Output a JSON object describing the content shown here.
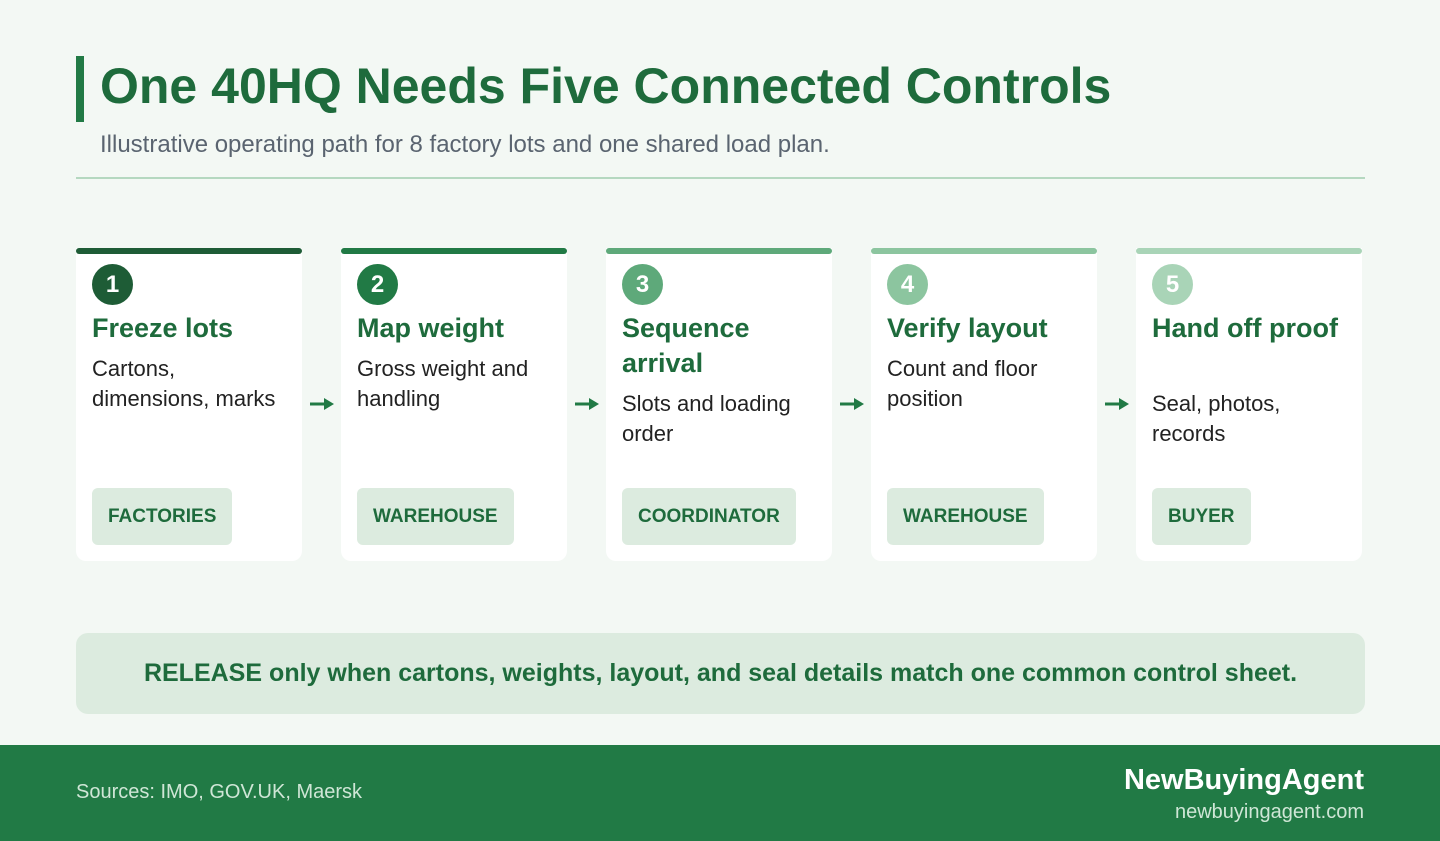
{
  "header": {
    "title": "One 40HQ Needs Five Connected Controls",
    "subtitle": "Illustrative operating path for 8 factory lots and one shared load plan."
  },
  "colors": {
    "brand_green": "#217a45",
    "step_accents": [
      "#1e6b3c",
      "#217a45",
      "#5ea97a",
      "#8cc59f",
      "#a9d4b7"
    ]
  },
  "steps": [
    {
      "number": "1",
      "title": "Freeze lots",
      "description": "Cartons, dimensions, marks",
      "role": "FACTORIES"
    },
    {
      "number": "2",
      "title": "Map weight",
      "description": "Gross weight and handling",
      "role": "WAREHOUSE"
    },
    {
      "number": "3",
      "title": "Sequence arrival",
      "description": "Slots and loading order",
      "role": "COORDINATOR"
    },
    {
      "number": "4",
      "title": "Verify layout",
      "description": "Count and floor position",
      "role": "WAREHOUSE"
    },
    {
      "number": "5",
      "title": "Hand off proof",
      "description": "Seal, photos, records",
      "role": "BUYER"
    }
  ],
  "release": {
    "keyword": "RELEASE",
    "text": "only when cartons, weights, layout, and seal details match one common control sheet."
  },
  "footer": {
    "sources": "Sources: IMO, GOV.UK, Maersk",
    "brand": "NewBuyingAgent",
    "url": "newbuyingagent.com"
  }
}
